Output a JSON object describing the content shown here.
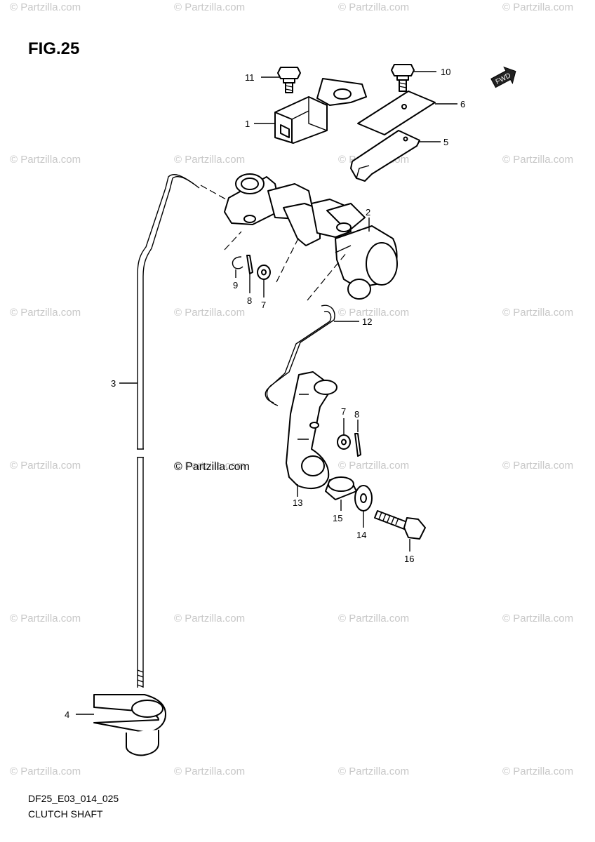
{
  "figure_label": "FIG.25",
  "watermark_text": "© Partzilla.com",
  "copyright_text": "© Partzilla.com",
  "fwd_label": "FWD",
  "footer": {
    "code": "DF25_E03_014_025",
    "name": "CLUTCH SHAFT"
  },
  "callouts": {
    "c1": "1",
    "c2": "2",
    "c3": "3",
    "c4": "4",
    "c5": "5",
    "c6": "6",
    "c7a": "7",
    "c7b": "7",
    "c8a": "8",
    "c8b": "8",
    "c9": "9",
    "c10": "10",
    "c11": "11",
    "c12": "12",
    "c13": "13",
    "c14": "14",
    "c15": "15",
    "c16": "16"
  },
  "colors": {
    "watermark": "#c8c8c8",
    "ink": "#000000"
  }
}
